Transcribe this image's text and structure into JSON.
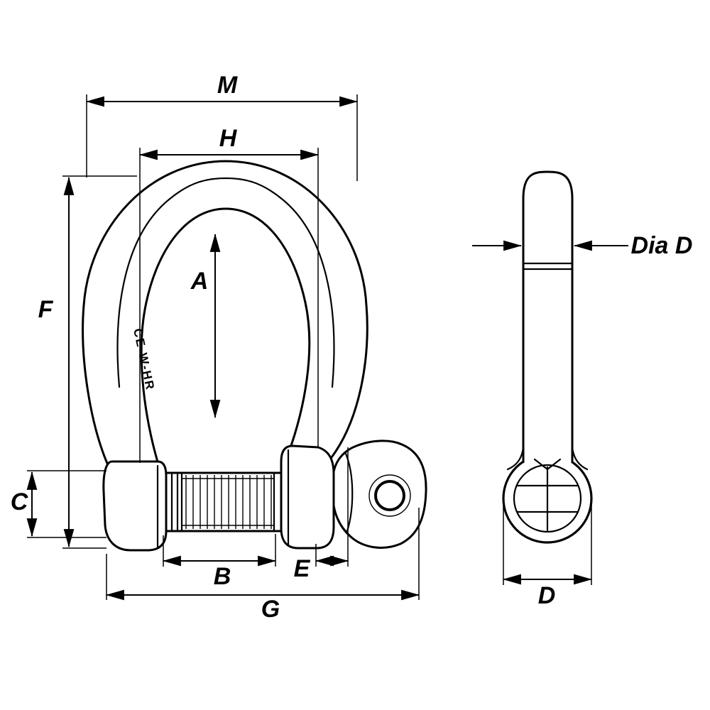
{
  "page": {
    "background": "#ffffff",
    "line_color": "#000000"
  },
  "front_view": {
    "name": "bow-shackle-front-view",
    "marking": "CE-W-HR",
    "labels": {
      "M": "M",
      "H": "H",
      "F": "F",
      "A": "A",
      "C": "C",
      "B": "B",
      "E": "E",
      "G": "G"
    }
  },
  "side_view": {
    "name": "shackle-pin-side-view",
    "labels": {
      "dia": "Dia D",
      "D": "D"
    }
  }
}
